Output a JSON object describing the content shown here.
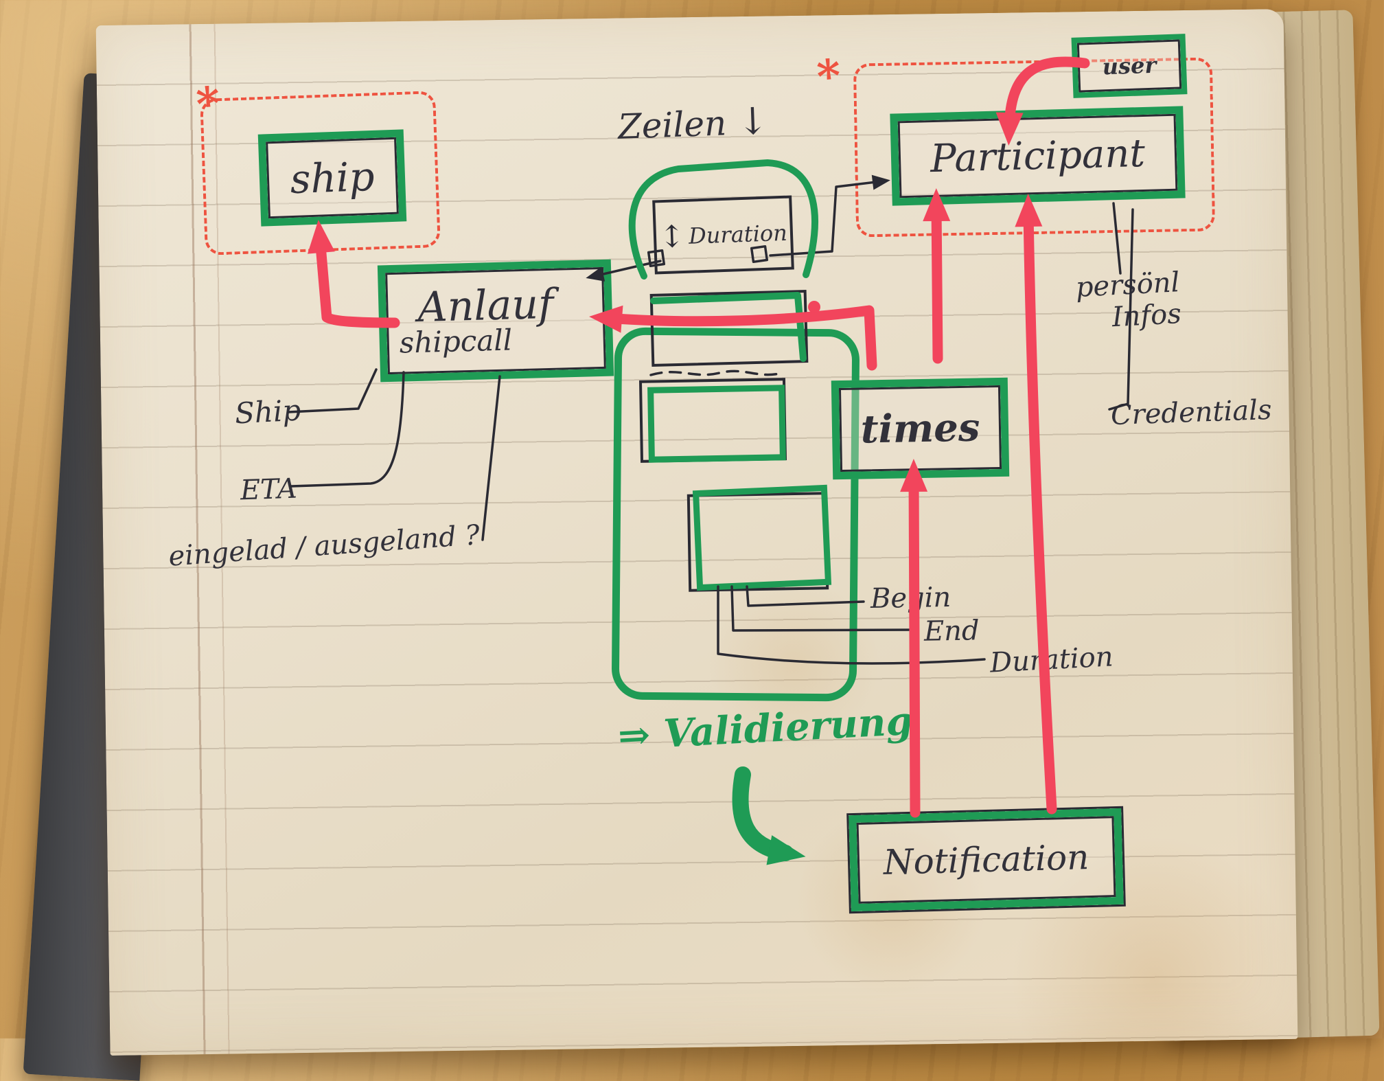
{
  "colors": {
    "green_marker": "#1f9b55",
    "red_marker": "#f2455c",
    "red_dashed": "#ee5340",
    "ink": "#2a2a33",
    "paper": "#eae0cc"
  },
  "entities": {
    "ship": {
      "label": "ship"
    },
    "participant": {
      "label": "Participant"
    },
    "user": {
      "label": "user"
    },
    "anlauf": {
      "label": "Anlauf",
      "sublabel": "shipcall"
    },
    "duration_box": {
      "label": "Duration",
      "updown_arrow": "↕"
    },
    "times": {
      "label": "times"
    },
    "notification": {
      "label": "Notification"
    }
  },
  "annotations": {
    "asterisk": "*",
    "zeilen": "Zeilen",
    "zeilen_arrow": "↓",
    "ship_attr": "Ship",
    "eta_attr": "ETA",
    "eingeland_attr": "eingelad / ausgeland ?",
    "personal_infos_line1": "persönl",
    "personal_infos_line2": "Infos",
    "credentials_attr": "Credentials",
    "begin_attr": "Begin",
    "end_attr": "End",
    "duration_attr": "Duration",
    "validierung_arrow": "⇒",
    "validierung": "Validierung"
  }
}
